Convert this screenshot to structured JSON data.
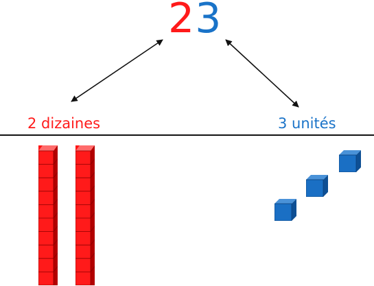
{
  "number": {
    "tens_digit": "2",
    "units_digit": "3"
  },
  "labels": {
    "tens": "2 dizaines",
    "units": "3 unités"
  },
  "blocks": {
    "tens_rods": 2,
    "cubes_per_rod": 10,
    "unit_cubes": 3
  },
  "colors": {
    "tens": "#ff1a1a",
    "units": "#1a73c8",
    "arrow": "#111111"
  }
}
